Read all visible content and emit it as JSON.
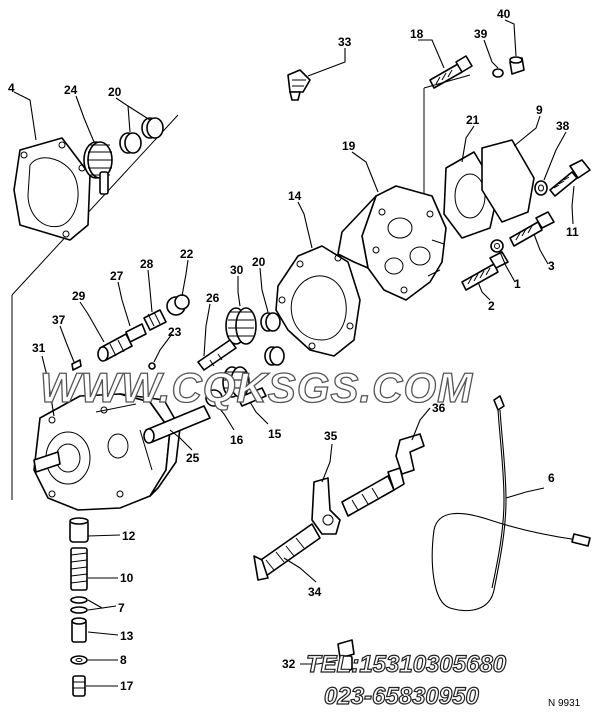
{
  "callouts": [
    {
      "id": "c33",
      "text": "33"
    },
    {
      "id": "c18",
      "text": "18"
    },
    {
      "id": "c39",
      "text": "39"
    },
    {
      "id": "c40",
      "text": "40"
    },
    {
      "id": "c4",
      "text": "4"
    },
    {
      "id": "c24",
      "text": "24"
    },
    {
      "id": "c20a",
      "text": "20"
    },
    {
      "id": "c21",
      "text": "21"
    },
    {
      "id": "c9",
      "text": "9"
    },
    {
      "id": "c38",
      "text": "38"
    },
    {
      "id": "c19",
      "text": "19"
    },
    {
      "id": "c11",
      "text": "11"
    },
    {
      "id": "c14",
      "text": "14"
    },
    {
      "id": "c3",
      "text": "3"
    },
    {
      "id": "c22",
      "text": "22"
    },
    {
      "id": "c27",
      "text": "27"
    },
    {
      "id": "c28",
      "text": "28"
    },
    {
      "id": "c30",
      "text": "30"
    },
    {
      "id": "c20b",
      "text": "20"
    },
    {
      "id": "c1",
      "text": "1"
    },
    {
      "id": "c29",
      "text": "29"
    },
    {
      "id": "c26",
      "text": "26"
    },
    {
      "id": "c2",
      "text": "2"
    },
    {
      "id": "c37",
      "text": "37"
    },
    {
      "id": "c23",
      "text": "23"
    },
    {
      "id": "c31",
      "text": "31"
    },
    {
      "id": "c36",
      "text": "36"
    },
    {
      "id": "c16",
      "text": "16"
    },
    {
      "id": "c15",
      "text": "15"
    },
    {
      "id": "c35",
      "text": "35"
    },
    {
      "id": "c25",
      "text": "25"
    },
    {
      "id": "c6",
      "text": "6"
    },
    {
      "id": "c12",
      "text": "12"
    },
    {
      "id": "c10",
      "text": "10"
    },
    {
      "id": "c7",
      "text": "7"
    },
    {
      "id": "c34",
      "text": "34"
    },
    {
      "id": "c13",
      "text": "13"
    },
    {
      "id": "c8",
      "text": "8"
    },
    {
      "id": "c32",
      "text": "32"
    },
    {
      "id": "c17",
      "text": "17"
    }
  ],
  "watermark": {
    "site": "WWW.CQKSGS.COM",
    "tel": "TEL:15310305680",
    "phone": "023-65830950"
  },
  "figure_ref": "N 9931"
}
